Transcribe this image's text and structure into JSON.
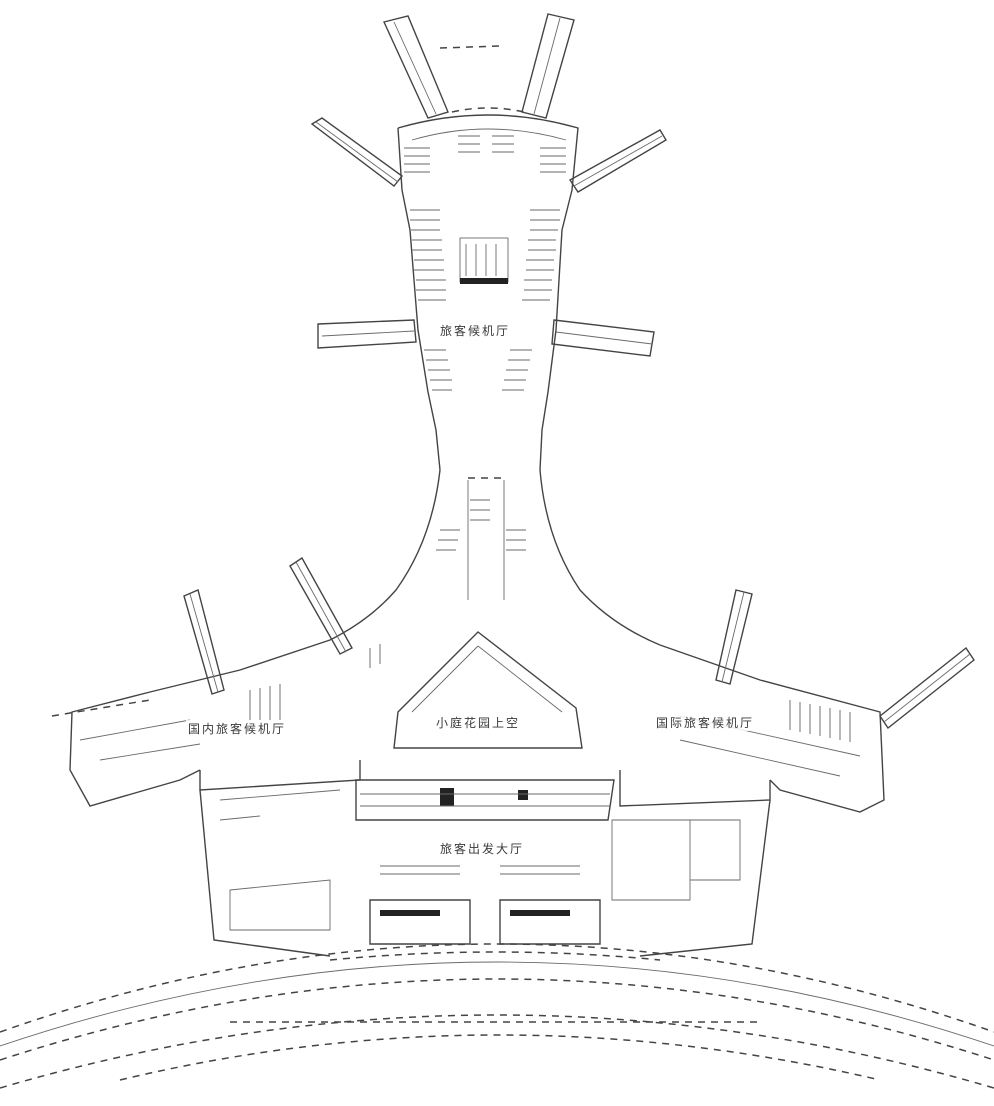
{
  "labels": {
    "pier_hall": "旅客候机厅",
    "domestic_hall": "国内旅客候机厅",
    "intl_hall": "国际旅客候机厅",
    "garden": "小庭花园上空",
    "departure_hall": "旅客出发大厅"
  },
  "colors": {
    "line": "#444444",
    "background": "#ffffff"
  }
}
